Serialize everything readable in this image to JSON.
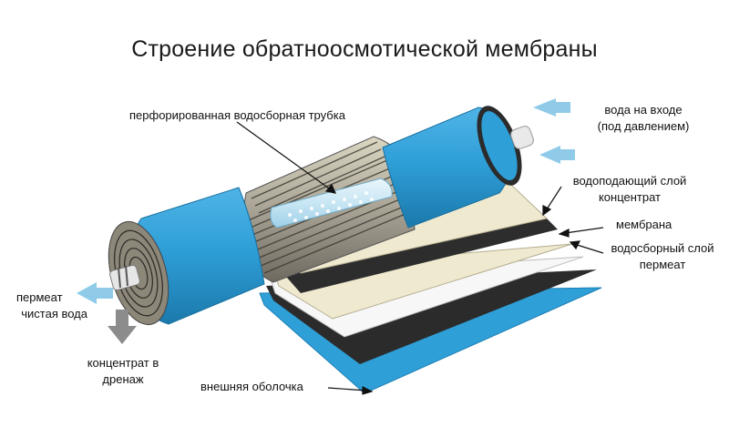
{
  "title": "Строение обратноосмотической мембраны",
  "labels": {
    "tube": "перфорированная водосборная трубка",
    "inlet_line1": "вода на входе",
    "inlet_line2": "(под давлением)",
    "feed_line1": "водоподающий слой",
    "feed_line2": "концентрат",
    "membrane": "мембрана",
    "collect_line1": "водосборный слой",
    "collect_line2": "пермеат",
    "permeate_line1": "пермеат",
    "permeate_line2": "чистая вода",
    "drain_line1": "концентрат в",
    "drain_line2": "дренаж",
    "shell": "внешняя оболочка"
  },
  "colors": {
    "shell_blue": "#2f9fd8",
    "shell_blue_dark": "#1d7fb3",
    "feed_cream": "#efe9cf",
    "membrane_dark": "#2d2d2d",
    "collector_white": "#f7f7f7",
    "arrow_lightblue": "#8fcbe9",
    "arrow_grey": "#8c8c8c"
  }
}
